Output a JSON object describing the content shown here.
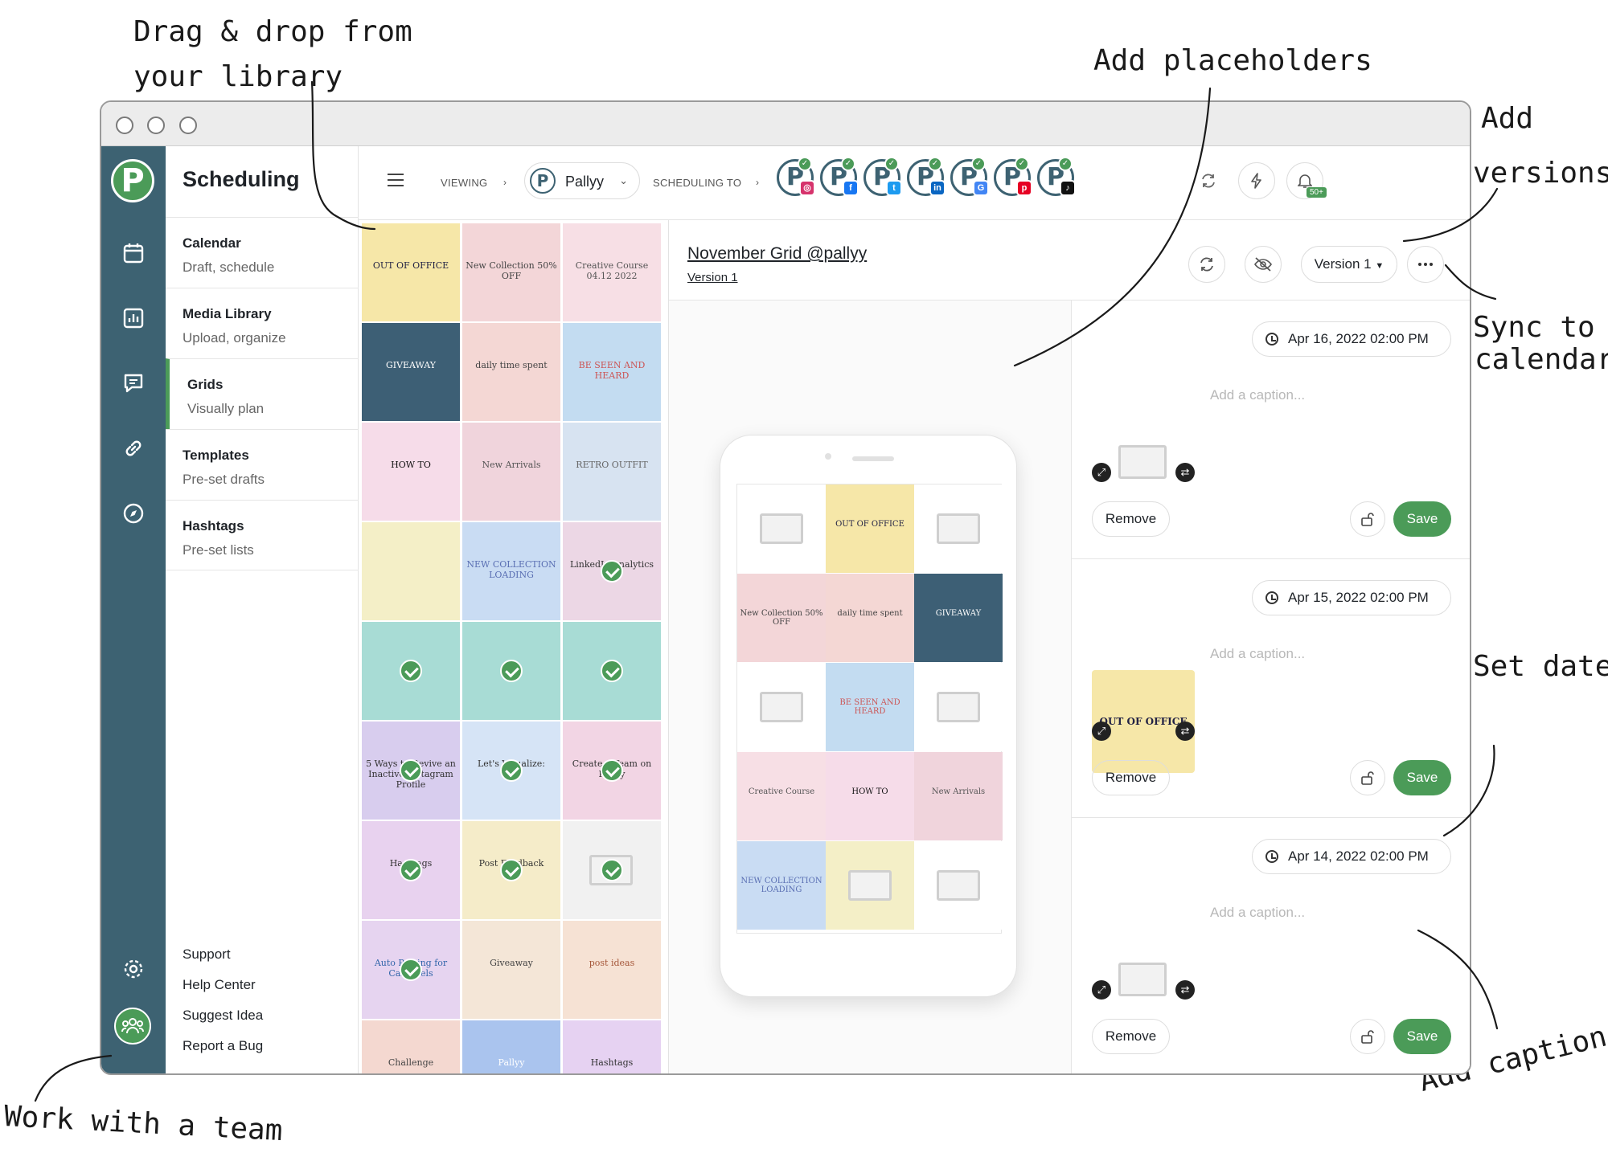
{
  "annotations": {
    "drag_drop_1": "Drag & drop from",
    "drag_drop_2": "your  library",
    "placeholders": "Add placeholders",
    "versions_1": "Add",
    "versions_2": "versions",
    "sync_1": "Sync to",
    "sync_2": "calendar",
    "set_dates": "Set dates",
    "captions": "Add captions",
    "team": "Work with a team"
  },
  "sidebar": {
    "title": "Scheduling",
    "items": [
      {
        "title": "Calendar",
        "subtitle": "Draft, schedule"
      },
      {
        "title": "Media Library",
        "subtitle": "Upload, organize"
      },
      {
        "title": "Grids",
        "subtitle": "Visually plan"
      },
      {
        "title": "Templates",
        "subtitle": "Pre-set drafts"
      },
      {
        "title": "Hashtags",
        "subtitle": "Pre-set lists"
      }
    ],
    "footer": [
      "Support",
      "Help Center",
      "Suggest Idea",
      "Report a Bug"
    ]
  },
  "topbar": {
    "viewing_label": "VIEWING",
    "account": "Pallyy",
    "scheduling_to_label": "SCHEDULING TO",
    "accounts": [
      "instagram",
      "facebook",
      "twitter",
      "linkedin",
      "google",
      "pinterest",
      "tiktok"
    ],
    "notification_badge": "50+"
  },
  "library_tiles": [
    {
      "label": "OUT OF OFFICE"
    },
    {
      "label": "New Collection 50% OFF"
    },
    {
      "label": "Creative Course 04.12 2022"
    },
    {
      "label": "GIVEAWAY"
    },
    {
      "label": "daily time spent"
    },
    {
      "label": "BE SEEN AND HEARD"
    },
    {
      "label": "HOW TO"
    },
    {
      "label": "New Arrivals"
    },
    {
      "label": "RETRO OUTFIT"
    },
    {
      "label": ""
    },
    {
      "label": "NEW COLLECTION LOADING"
    },
    {
      "label": "LinkedIn Analytics"
    },
    {
      "label": ""
    },
    {
      "label": ""
    },
    {
      "label": ""
    },
    {
      "label": "5 Ways to Revive an Inactive Instagram Profile"
    },
    {
      "label": "Let's Visualize:"
    },
    {
      "label": "Create a Team on Pallyy"
    },
    {
      "label": "Hashtags"
    },
    {
      "label": "Post Feedback"
    },
    {
      "label": ""
    },
    {
      "label": "Auto Posting for Carousels"
    },
    {
      "label": "Giveaway"
    },
    {
      "label": "post ideas"
    },
    {
      "label": "Challenge"
    },
    {
      "label": "Pallyy"
    },
    {
      "label": "Hashtags"
    }
  ],
  "grid": {
    "title": "November Grid @pallyy",
    "version_link": "Version 1",
    "version_button": "Version 1"
  },
  "phone_cells": [
    {
      "label": ""
    },
    {
      "label": "OUT OF OFFICE"
    },
    {
      "label": ""
    },
    {
      "label": "New Collection 50% OFF"
    },
    {
      "label": "daily time spent"
    },
    {
      "label": "GIVEAWAY"
    },
    {
      "label": ""
    },
    {
      "label": "BE SEEN AND HEARD"
    },
    {
      "label": ""
    },
    {
      "label": "Creative Course"
    },
    {
      "label": "HOW TO"
    },
    {
      "label": "New Arrivals"
    },
    {
      "label": "NEW COLLECTION LOADING"
    },
    {
      "label": ""
    },
    {
      "label": ""
    }
  ],
  "schedule": [
    {
      "date": "Apr 16, 2022 02:00 PM",
      "caption_placeholder": "Add a caption...",
      "remove": "Remove",
      "save": "Save"
    },
    {
      "date": "Apr 15, 2022 02:00 PM",
      "caption_placeholder": "Add a caption...",
      "remove": "Remove",
      "save": "Save"
    },
    {
      "date": "Apr 14, 2022 02:00 PM",
      "caption_placeholder": "Add a caption...",
      "remove": "Remove",
      "save": "Save"
    }
  ],
  "colors": {
    "rail": "#3d6272",
    "accent": "#4b9b58"
  }
}
